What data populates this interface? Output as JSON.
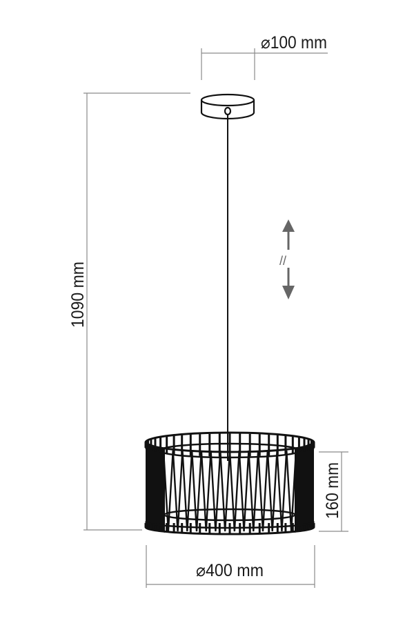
{
  "dimensions": {
    "canopy_diameter": "⌀100 mm",
    "total_height": "1090 mm",
    "shade_height": "160 mm",
    "shade_diameter": "⌀400 mm"
  },
  "adjustable_symbol": "//",
  "colors": {
    "ink": "#111111",
    "dimension_line": "#8a8a8a",
    "arrow": "#666666"
  }
}
